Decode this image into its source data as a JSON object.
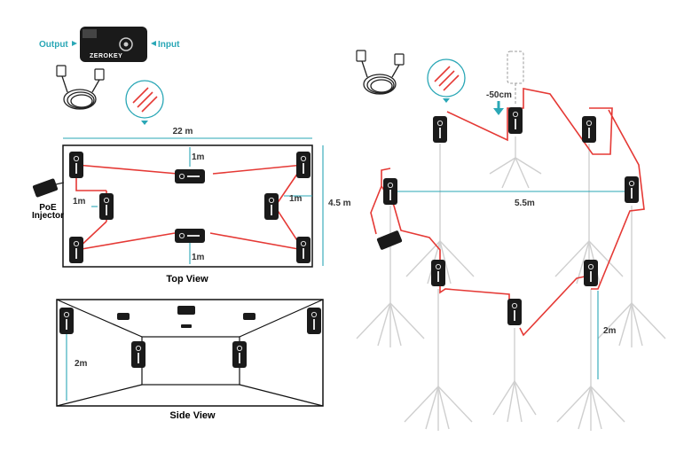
{
  "device": {
    "brand": "ZEROKEY",
    "output_label": "Output",
    "input_label": "Input"
  },
  "top_view": {
    "title": "Top View",
    "width_label": "22 m",
    "height_label": "4.5 m",
    "gap_labels": [
      "1m",
      "1m",
      "1m",
      "1m"
    ],
    "poe_label_line1": "PoE",
    "poe_label_line2": "Injector"
  },
  "side_view": {
    "title": "Side View",
    "height_label": "2m"
  },
  "scene_3d": {
    "above_label": "-50cm",
    "span_label": "5.5m",
    "height_label": "2m"
  },
  "colors": {
    "teal": "#2aa7b6",
    "cable_red": "#e53935",
    "device_black": "#1a1a1a",
    "stand_gray": "#cfcfcf"
  }
}
